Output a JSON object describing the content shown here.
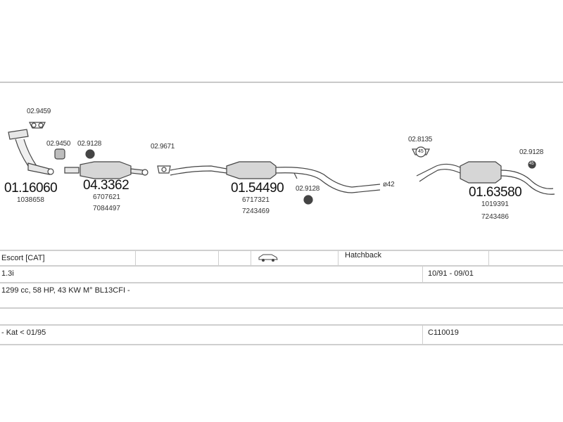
{
  "diagram": {
    "parts": [
      {
        "code": "01.16060",
        "refs": [
          "1038658"
        ]
      },
      {
        "code": "04.3362",
        "refs": [
          "6707621",
          "7084497"
        ]
      },
      {
        "code": "01.54490",
        "refs": [
          "6717321",
          "7243469"
        ]
      },
      {
        "code": "01.63580",
        "refs": [
          "1019391",
          "7243486"
        ]
      }
    ],
    "fittings": [
      "02.9459",
      "02.9450",
      "02.9128",
      "02.9671",
      "02.9128",
      "02.8135",
      "02.9128"
    ],
    "pipe_size": "ø42",
    "clamp_marks": [
      "45",
      "45"
    ]
  },
  "spec": {
    "model": "Escort  [CAT]",
    "body_type": "Hatchback",
    "engine": "1.3i",
    "years": "10/91 - 09/01",
    "details": "1299 cc, 58 HP, 43 KW M° BL13CFI -",
    "note": "- Kat < 01/95",
    "catalog_code": "C110019"
  }
}
